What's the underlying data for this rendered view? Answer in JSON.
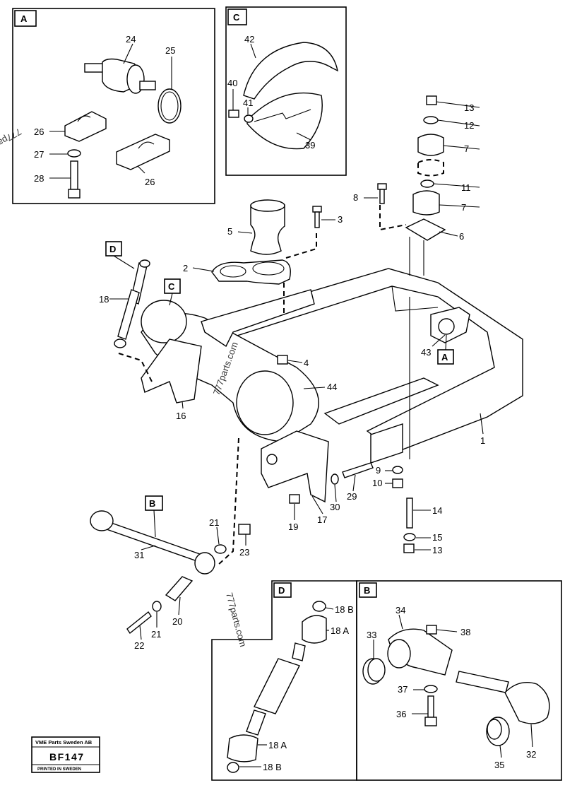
{
  "inset_letters": {
    "a": "A",
    "b": "B",
    "c": "C",
    "d": "D"
  },
  "callouts": {
    "a": "A",
    "b": "B",
    "c": "C",
    "d": "D"
  },
  "part_numbers": {
    "p1": "1",
    "p2": "2",
    "p3": "3",
    "p4": "4",
    "p5": "5",
    "p6": "6",
    "p7a": "7",
    "p7b": "7",
    "p8": "8",
    "p9": "9",
    "p10": "10",
    "p11": "11",
    "p12": "12",
    "p13a": "13",
    "p13b": "13",
    "p14": "14",
    "p15": "15",
    "p16": "16",
    "p17": "17",
    "p18": "18",
    "p18a1": "18 A",
    "p18a2": "18 A",
    "p18b1": "18 B",
    "p18b2": "18 B",
    "p19": "19",
    "p20": "20",
    "p21a": "21",
    "p21b": "21",
    "p22": "22",
    "p23": "23",
    "p24": "24",
    "p25": "25",
    "p26a": "26",
    "p26b": "26",
    "p27": "27",
    "p28": "28",
    "p29": "29",
    "p30": "30",
    "p31": "31",
    "p32": "32",
    "p33": "33",
    "p34": "34",
    "p35": "35",
    "p36": "36",
    "p37": "37",
    "p38": "38",
    "p39": "39",
    "p40": "40",
    "p41": "41",
    "p42": "42",
    "p43": "43",
    "p44": "44"
  },
  "watermark": "777parts.com",
  "stamp": {
    "company": "VME Parts Sweden AB",
    "code": "BF147",
    "printed": "PRINTED IN SWEDEN"
  }
}
